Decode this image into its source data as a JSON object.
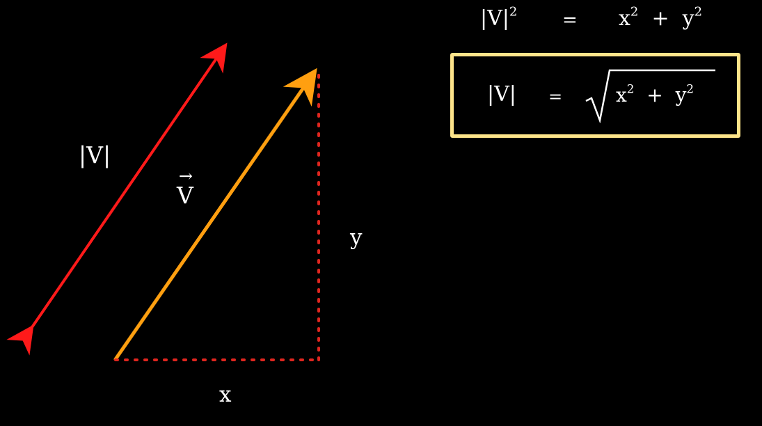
{
  "labels": {
    "magnitude": "|V|",
    "vector_letter": "V",
    "vector_arrow": "→",
    "x": "x",
    "y": "y"
  },
  "equation_squared": {
    "lhs": "|V|",
    "lhs_exp": "2",
    "equals": "=",
    "x": "x",
    "x_exp": "2",
    "plus": "+",
    "y": "y",
    "y_exp": "2"
  },
  "equation_boxed": {
    "lhs": "|V|",
    "equals": "=",
    "x": "x",
    "x_exp": "2",
    "plus": "+",
    "y": "y",
    "y_exp": "2"
  },
  "colors": {
    "background": "#000000",
    "magnitude_arrow": "#ff1a1a",
    "vector_arrow": "#ff9f10",
    "component_lines": "#e0261f",
    "box_border": "#fde48a",
    "text": "#ffffff"
  }
}
